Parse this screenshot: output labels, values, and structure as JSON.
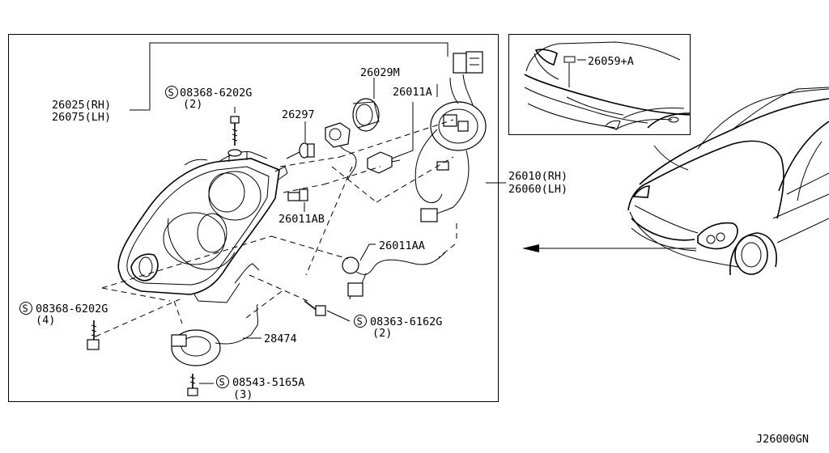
{
  "diagram_code": "J26000GN",
  "labels": {
    "headlamp_rh": "26025(RH)",
    "headlamp_lh": "26075(LH)",
    "bolt_top_part": "08368-6202G",
    "bolt_top_qty": "(2)",
    "bulb_26297": "26297",
    "cap_26029m": "26029M",
    "harness_26011a": "26011A",
    "socket_26011ab": "26011AB",
    "socket_26011aa": "26011AA",
    "bolt_left_part": "08368-6202G",
    "bolt_left_qty": "(4)",
    "bolt_right_part": "08363-6162G",
    "bolt_right_qty": "(2)",
    "leveler_28474": "28474",
    "screw_bottom_part": "08543-5165A",
    "screw_bottom_qty": "(3)",
    "assembly_rh": "26010(RH)",
    "assembly_lh": "26060(LH)",
    "label_26059a": "26059+A",
    "s_symbol": "S"
  }
}
